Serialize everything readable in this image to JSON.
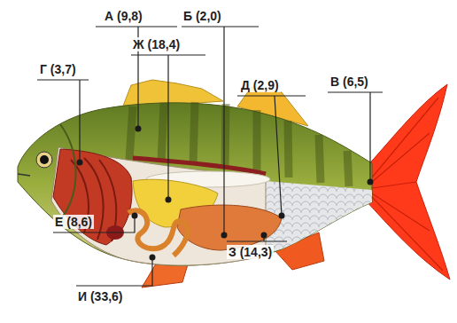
{
  "diagram": {
    "labels": [
      "А (9,8)",
      "Б (2,0)",
      "Ж (18,4)",
      "Г (3,7)",
      "Д (2,9)",
      "В (6,5)",
      "Е (8,6)",
      "З (14,3)",
      "И (33,6)"
    ]
  }
}
